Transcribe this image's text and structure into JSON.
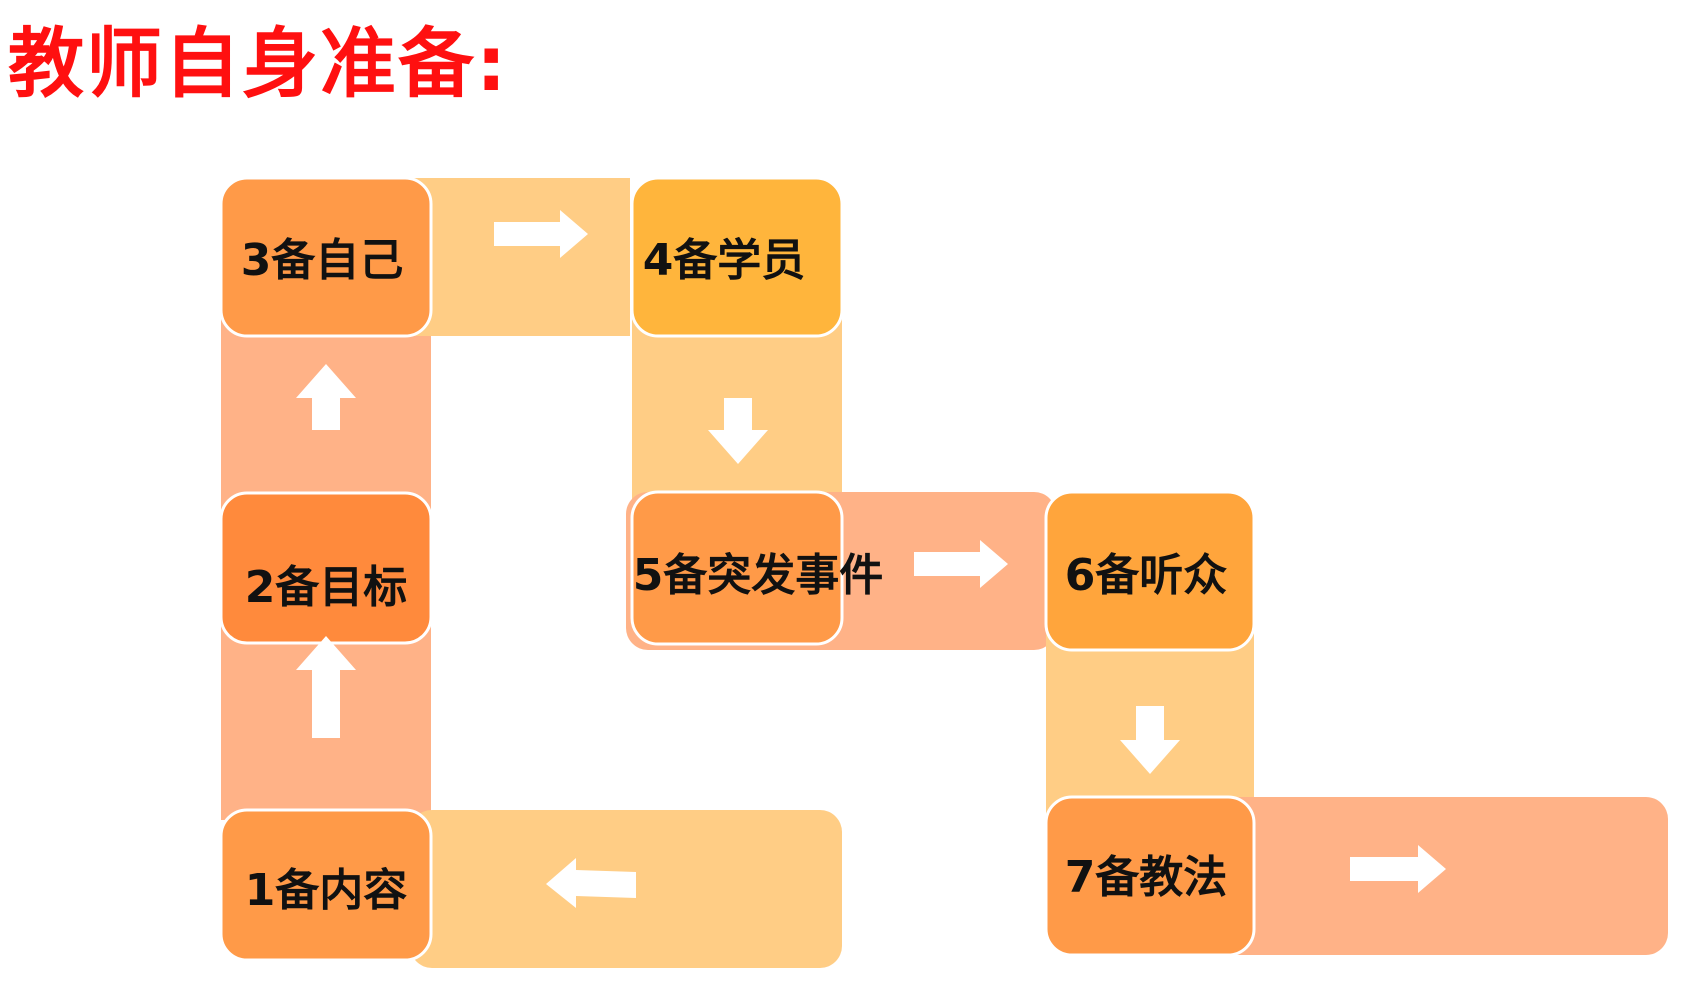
{
  "title": "教师自身准备:",
  "colors": {
    "title": "#ff1010",
    "node_dark": "#ff9a48",
    "node_gold": "#ffb53c",
    "band_peach": "#ffb287",
    "band_yellow": "#ffcd85",
    "arrow": "#ffffff"
  },
  "steps": [
    {
      "label": "1备内容"
    },
    {
      "label": "2备目标"
    },
    {
      "label": "3备自己"
    },
    {
      "label": "4备学员"
    },
    {
      "label": "5备突发事件"
    },
    {
      "label": "6备听众"
    },
    {
      "label": "7备教法"
    }
  ]
}
